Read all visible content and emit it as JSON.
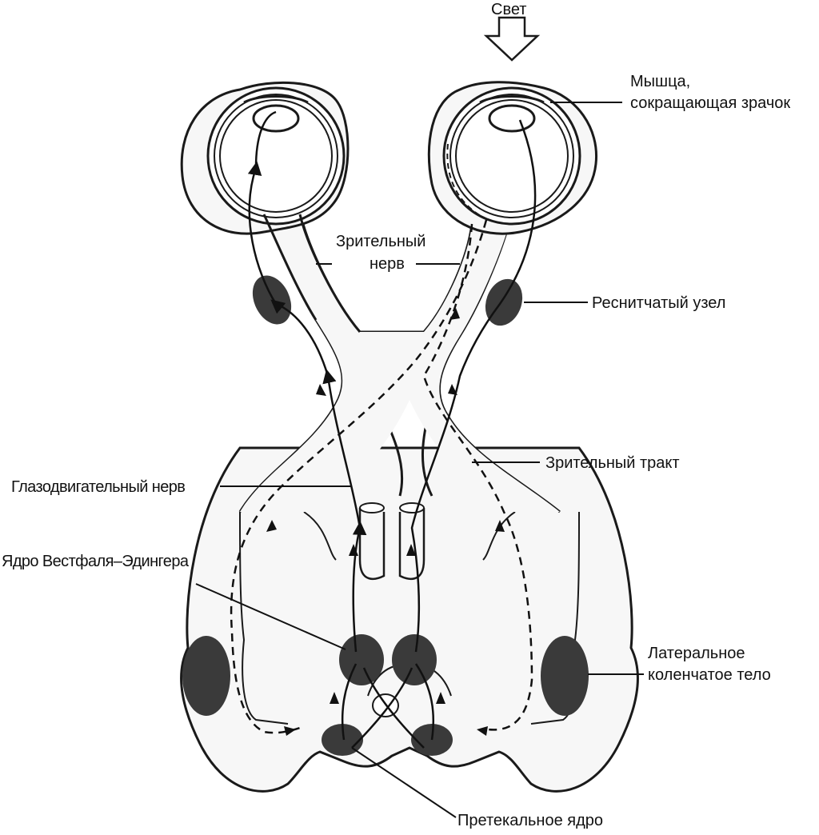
{
  "labels": {
    "light": "Свет",
    "muscle_line1": "Мышца,",
    "muscle_line2": "сокращающая зрачок",
    "optic_nerve_line1": "Зрительный",
    "optic_nerve_line2": "нерв",
    "ciliary_ganglion": "Реснитчатый узел",
    "optic_tract": "Зрительный тракт",
    "oculomotor_nerve": "Глазодвигательный нерв",
    "edinger_westphal": "Ядро Вестфаля–Эдингера",
    "lgn_line1": "Латеральное",
    "lgn_line2": "коленчатое тело",
    "pretectal": "Претекальное ядро"
  },
  "colors": {
    "outline": "#1a1a1a",
    "fill": "#f7f7f7",
    "nucleus": "#3a3a3a"
  }
}
